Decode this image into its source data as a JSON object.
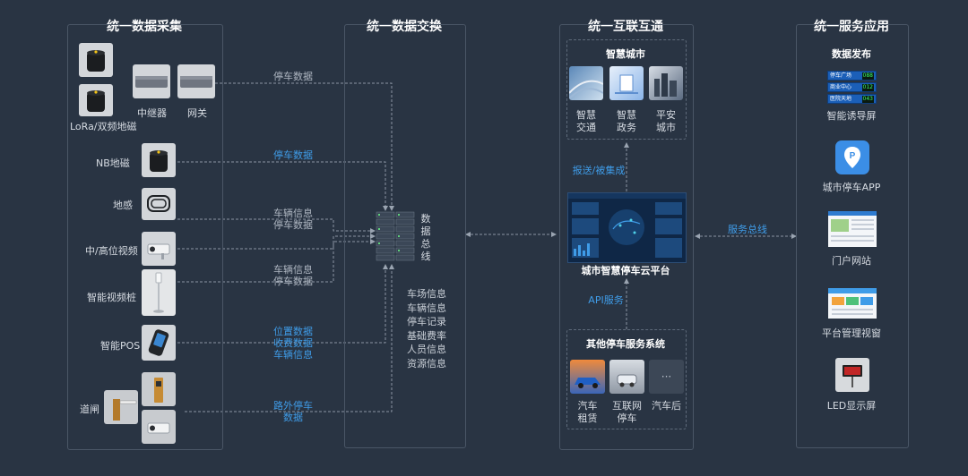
{
  "columns": {
    "collect": "统一数据采集",
    "exchange": "统一数据交换",
    "interconnect": "统一互联互通",
    "service": "统一服务应用"
  },
  "collect": {
    "lora": "LoRa/双频地磁",
    "repeater": "中继器",
    "gateway": "网关",
    "nb": "NB地磁",
    "ground": "地感",
    "video": "中/高位视频",
    "video_pile": "智能视频桩",
    "pos": "智能POS",
    "gate": "道闸"
  },
  "flows": {
    "f1": "停车数据",
    "f2": "停车数据",
    "f3a": "车辆信息",
    "f3b": "停车数据",
    "f4a": "车辆信息",
    "f4b": "停车数据",
    "f5a": "位置数据",
    "f5b": "收费数据",
    "f5c": "车辆信息",
    "f6a": "路外停车",
    "f6b": "数据"
  },
  "bus": {
    "label": [
      "数",
      "据",
      "总",
      "线"
    ],
    "items": [
      "车场信息",
      "车辆信息",
      "停车记录",
      "基础费率",
      "人员信息",
      "资源信息"
    ]
  },
  "interconnect": {
    "smart_city": "智慧城市",
    "apps": [
      {
        "l1": "智慧",
        "l2": "交通"
      },
      {
        "l1": "智慧",
        "l2": "政务"
      },
      {
        "l1": "平安",
        "l2": "城市"
      }
    ],
    "report": "报送/被集成",
    "cloud": "城市智慧停车云平台",
    "api": "API服务",
    "other_title": "其他停车服务系统",
    "others": [
      {
        "l1": "汽车",
        "l2": "租赁"
      },
      {
        "l1": "互联网",
        "l2": "停车"
      },
      {
        "l1": "汽车后",
        "l2": ""
      }
    ],
    "more_glyph": "···"
  },
  "service_bus": "服务总线",
  "service": {
    "publish": "数据发布",
    "guide_rows": [
      "停车广场",
      "商业中心",
      "医院天地"
    ],
    "guide_counts": [
      "088",
      "012",
      "043"
    ],
    "guide_screen": "智能诱导屏",
    "app": "城市停车APP",
    "portal": "门户网站",
    "platform": "平台管理视窗",
    "led": "LED显示屏"
  },
  "colors": {
    "background": "#293443",
    "accent": "#3f9ce8",
    "panel_border": "#4a5666",
    "line": "#8a95a3"
  }
}
